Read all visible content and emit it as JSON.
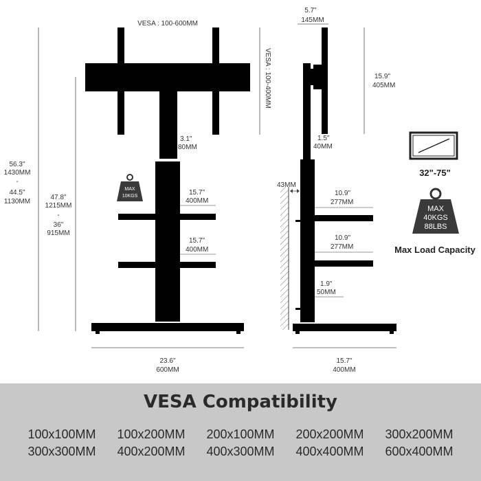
{
  "front": {
    "vesa_top": "VESA : 100-600MM",
    "vesa_side": "VESA : 100-400MM",
    "gap": [
      "3.1\"",
      "80MM"
    ],
    "tray1": [
      "15.7\"",
      "400MM"
    ],
    "tray2": [
      "15.7\"",
      "400MM"
    ],
    "width": [
      "23.6\"",
      "600MM"
    ],
    "height_max": [
      "56.3\"",
      "1430MM"
    ],
    "height_sep": "-",
    "height_min": [
      "44.5\"",
      "1130MM"
    ],
    "tray_h_max": [
      "47.8\"",
      "1215MM"
    ],
    "tray_h_sep": "-",
    "tray_h_min": [
      "36\"",
      "915MM"
    ],
    "weight_tag": [
      "MAX",
      "10KGS"
    ]
  },
  "side": {
    "depth": [
      "5.7\"",
      "145MM"
    ],
    "bracket_h": [
      "15.9\"",
      "405MM"
    ],
    "offset": [
      "1.5\"",
      "40MM"
    ],
    "wall_gap": "43MM",
    "tray1": [
      "10.9\"",
      "277MM"
    ],
    "tray2": [
      "10.9\"",
      "277MM"
    ],
    "tray_gap": [
      "1.9\"",
      "50MM"
    ],
    "base": [
      "15.7\"",
      "400MM"
    ]
  },
  "specs": {
    "size_range": "32\"-75\"",
    "max_load": [
      "MAX",
      "40KGS",
      "88LBS"
    ],
    "max_load_label": "Max Load Capacity"
  },
  "vesa": {
    "title": "VESA Compatibility",
    "sizes": [
      "100x100MM",
      "100x200MM",
      "200x100MM",
      "200x200MM",
      "300x200MM",
      "300x300MM",
      "400x200MM",
      "400x300MM",
      "400x400MM",
      "600x400MM"
    ]
  }
}
